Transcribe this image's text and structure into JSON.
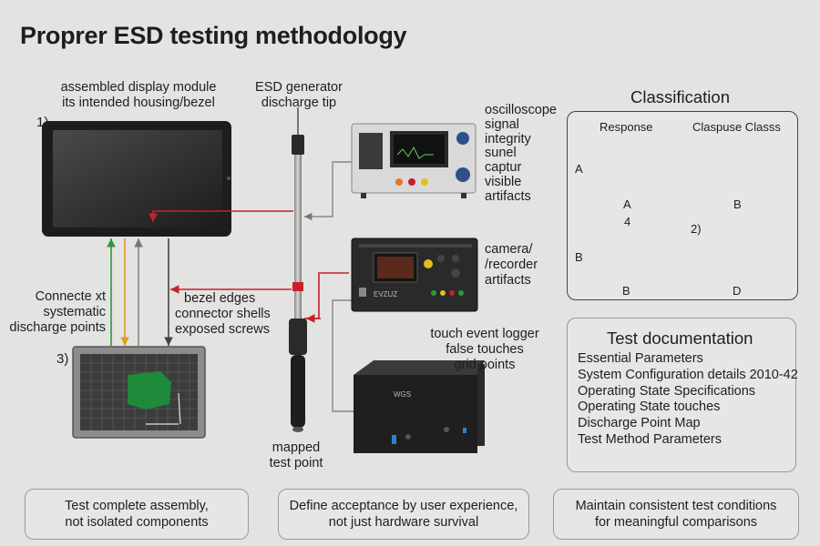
{
  "title": "Proprer ESD testing methodology",
  "labels": {
    "display_module": [
      "assembled display module",
      "its intended housing/bezel"
    ],
    "esd_generator": [
      "ESD generator",
      "discharge tip"
    ],
    "oscilloscope": [
      "oscilloscope",
      "signal",
      "integrity",
      "sunel",
      "captur",
      "visible",
      "artifacts"
    ],
    "camera": [
      "camera/",
      "/recorder",
      "artifacts"
    ],
    "touch_logger": [
      "touch event logger",
      "false touches",
      "grid points"
    ],
    "connect_points": [
      "Connecte xt",
      "systematic",
      "discharge points"
    ],
    "bezel_edges": [
      "bezel edges",
      "connector shells",
      "exposed screws"
    ],
    "mapped": [
      "mapped",
      "test point"
    ]
  },
  "markers": {
    "m1": "1)",
    "m3": "3)"
  },
  "classification": {
    "title": "Classification",
    "col_response": "Response",
    "col_class": "Claspuse Classs",
    "row_a": "A",
    "row_b": "B",
    "cap_a": "A",
    "cap_b_top": "B",
    "cap_4": "4",
    "marker_2": "2)",
    "cap_b_bottom": "B",
    "cap_d": "D"
  },
  "documentation": {
    "title": "Test documentation",
    "items": [
      "Essential Parameters",
      "System Configuration details 2010-42",
      "Operating State Specifications",
      "Operating State touches",
      "Discharge Point Map",
      "Test Method Parameters"
    ]
  },
  "bottom_notes": [
    [
      "Test complete assembly,",
      "not isolated components"
    ],
    [
      "Define acceptance by user experience,",
      "not just hardware survival"
    ],
    [
      "Maintain consistent test conditions",
      "for meaningful comparisons"
    ]
  ],
  "device_text": {
    "camera_brand": "EVZUZ",
    "box_brand": "WGS"
  },
  "colors": {
    "red_line": "#c8202a",
    "green_line": "#2e9a3a",
    "orange_line": "#e49a1e",
    "blue": "#2f7fd0",
    "yellow": "#f0c020",
    "orange": "#f08a20"
  }
}
